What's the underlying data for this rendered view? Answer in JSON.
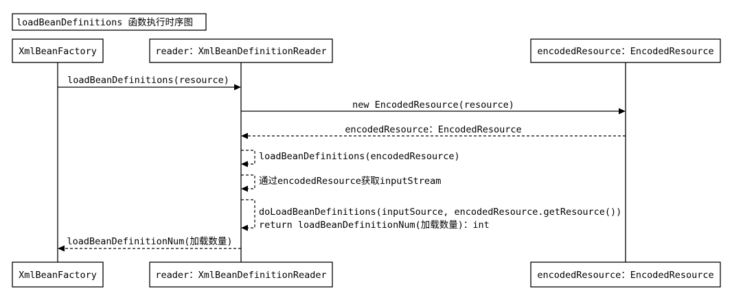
{
  "title": "loadBeanDefinitions 函数执行时序图",
  "participants": {
    "factory": "XmlBeanFactory",
    "reader": "reader：XmlBeanDefinitionReader",
    "encoded": "encodedResource：EncodedResource"
  },
  "messages": {
    "m1": "loadBeanDefinitions(resource)",
    "m2": "new EncodedResource(resource)",
    "m3": "encodedResource：EncodedResource",
    "m4": "loadBeanDefinitions(encodedResource)",
    "m5": "通过encodedResource获取inputStream",
    "m6a": "doLoadBeanDefinitions(inputSource, encodedResource.getResource())",
    "m6b": "return loadBeanDefinitionNum(加载数量)：int",
    "m7": "loadBeanDefinitionNum(加载数量)"
  }
}
